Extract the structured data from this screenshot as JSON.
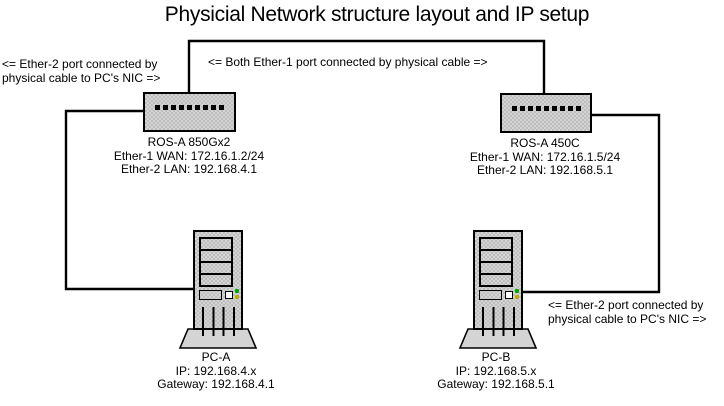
{
  "title": "Physicial Network structure layout and IP setup",
  "annotations": {
    "left_line1": "<= Ether-2 port connected by",
    "left_line2": "physical cable to PC's NIC =>",
    "middle": "<= Both Ether-1 port connected by physical cable =>",
    "right_line1": "<= Ether-2 port connected by",
    "right_line2": "physical cable to PC's NIC =>"
  },
  "routers": {
    "a": {
      "name": "ROS-A 850Gx2",
      "ether1": "Ether-1 WAN: 172.16.1.2/24",
      "ether2": "Ether-2 LAN: 192.168.4.1"
    },
    "b": {
      "name": "ROS-A 450C",
      "ether1": "Ether-1 WAN: 172.16.1.5/24",
      "ether2": "Ether-2 LAN: 192.168.5.1"
    }
  },
  "pcs": {
    "a": {
      "name": "PC-A",
      "ip": "IP: 192.168.4.x",
      "gateway": "Gateway: 192.168.4.1"
    },
    "b": {
      "name": "PC-B",
      "ip": "IP: 192.168.5.x",
      "gateway": "Gateway: 192.168.5.1"
    }
  },
  "colors": {
    "background": "#ffffff",
    "text": "#000000",
    "line": "#000000",
    "device_fill_light": "#d4d4d4",
    "device_fill_dark": "#bebebe",
    "device_border": "#000000",
    "led_green": "#00a800",
    "led_yellow": "#bfae00"
  }
}
